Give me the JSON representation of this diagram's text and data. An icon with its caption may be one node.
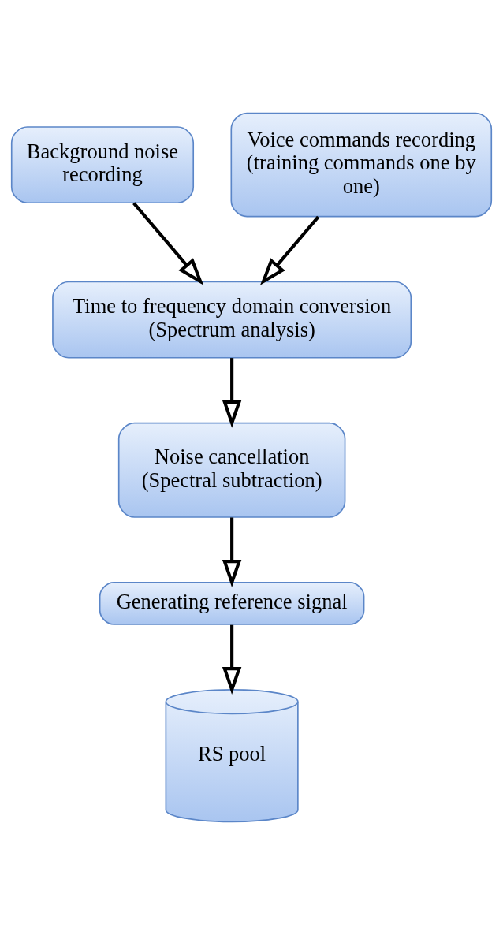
{
  "diagram": {
    "nodes": [
      {
        "text": [
          "Background noise recording"
        ]
      },
      {
        "text": [
          "Voice commands recording (training commands one by one)"
        ]
      },
      {
        "text": [
          "Time to frequency domain conversion (Spectrum analysis)"
        ]
      },
      {
        "text": [
          "Noise cancellation (Spectral subtraction)"
        ]
      },
      {
        "text": [
          "Generating reference signal"
        ]
      },
      {
        "text": [
          "RS pool"
        ]
      }
    ],
    "edges": [
      {
        "from": 0,
        "to": 2,
        "arrow": "to"
      },
      {
        "from": 1,
        "to": 2,
        "arrow": "to"
      },
      {
        "from": 2,
        "to": 3,
        "arrow": "to"
      },
      {
        "from": 3,
        "to": 4,
        "arrow": "to"
      },
      {
        "from": 4,
        "to": 5,
        "arrow": "to"
      }
    ]
  }
}
